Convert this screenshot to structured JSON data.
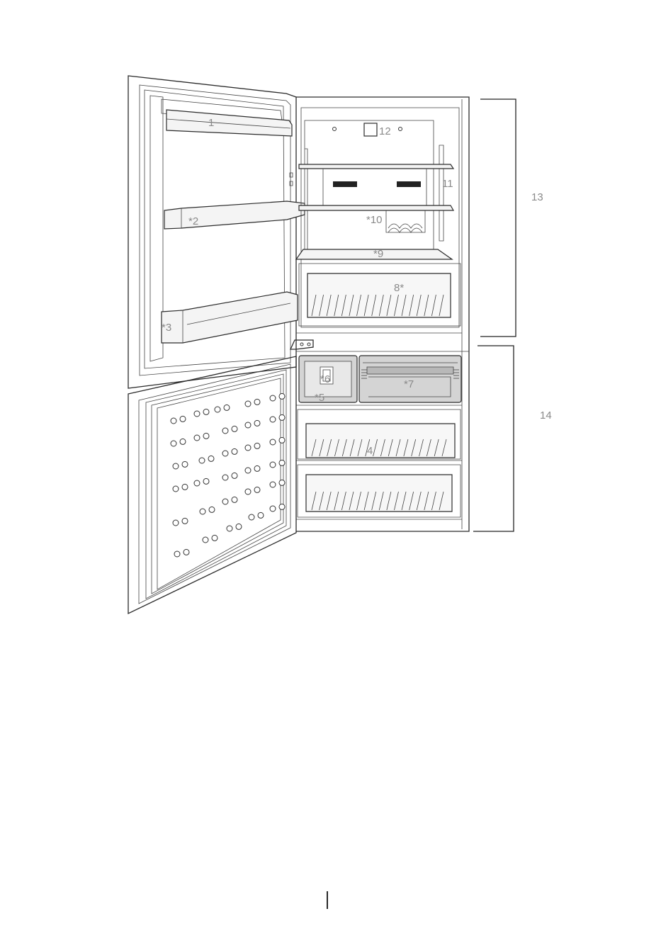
{
  "labels": {
    "l1": "1",
    "l2": "*2",
    "l3": "*3",
    "l4": "4",
    "l5": "*5",
    "l6": "*6",
    "l7": "*7",
    "l8": "8*",
    "l9": "*9",
    "l10": "*10",
    "l11": "11",
    "l12": "12",
    "l13": "13",
    "l14": "14"
  },
  "colors": {
    "line": "#2b2b2b",
    "label": "#8a8a8a",
    "drawer_fill": "#f7f7f7",
    "ice_tray_fill": "#d4d4d4"
  }
}
